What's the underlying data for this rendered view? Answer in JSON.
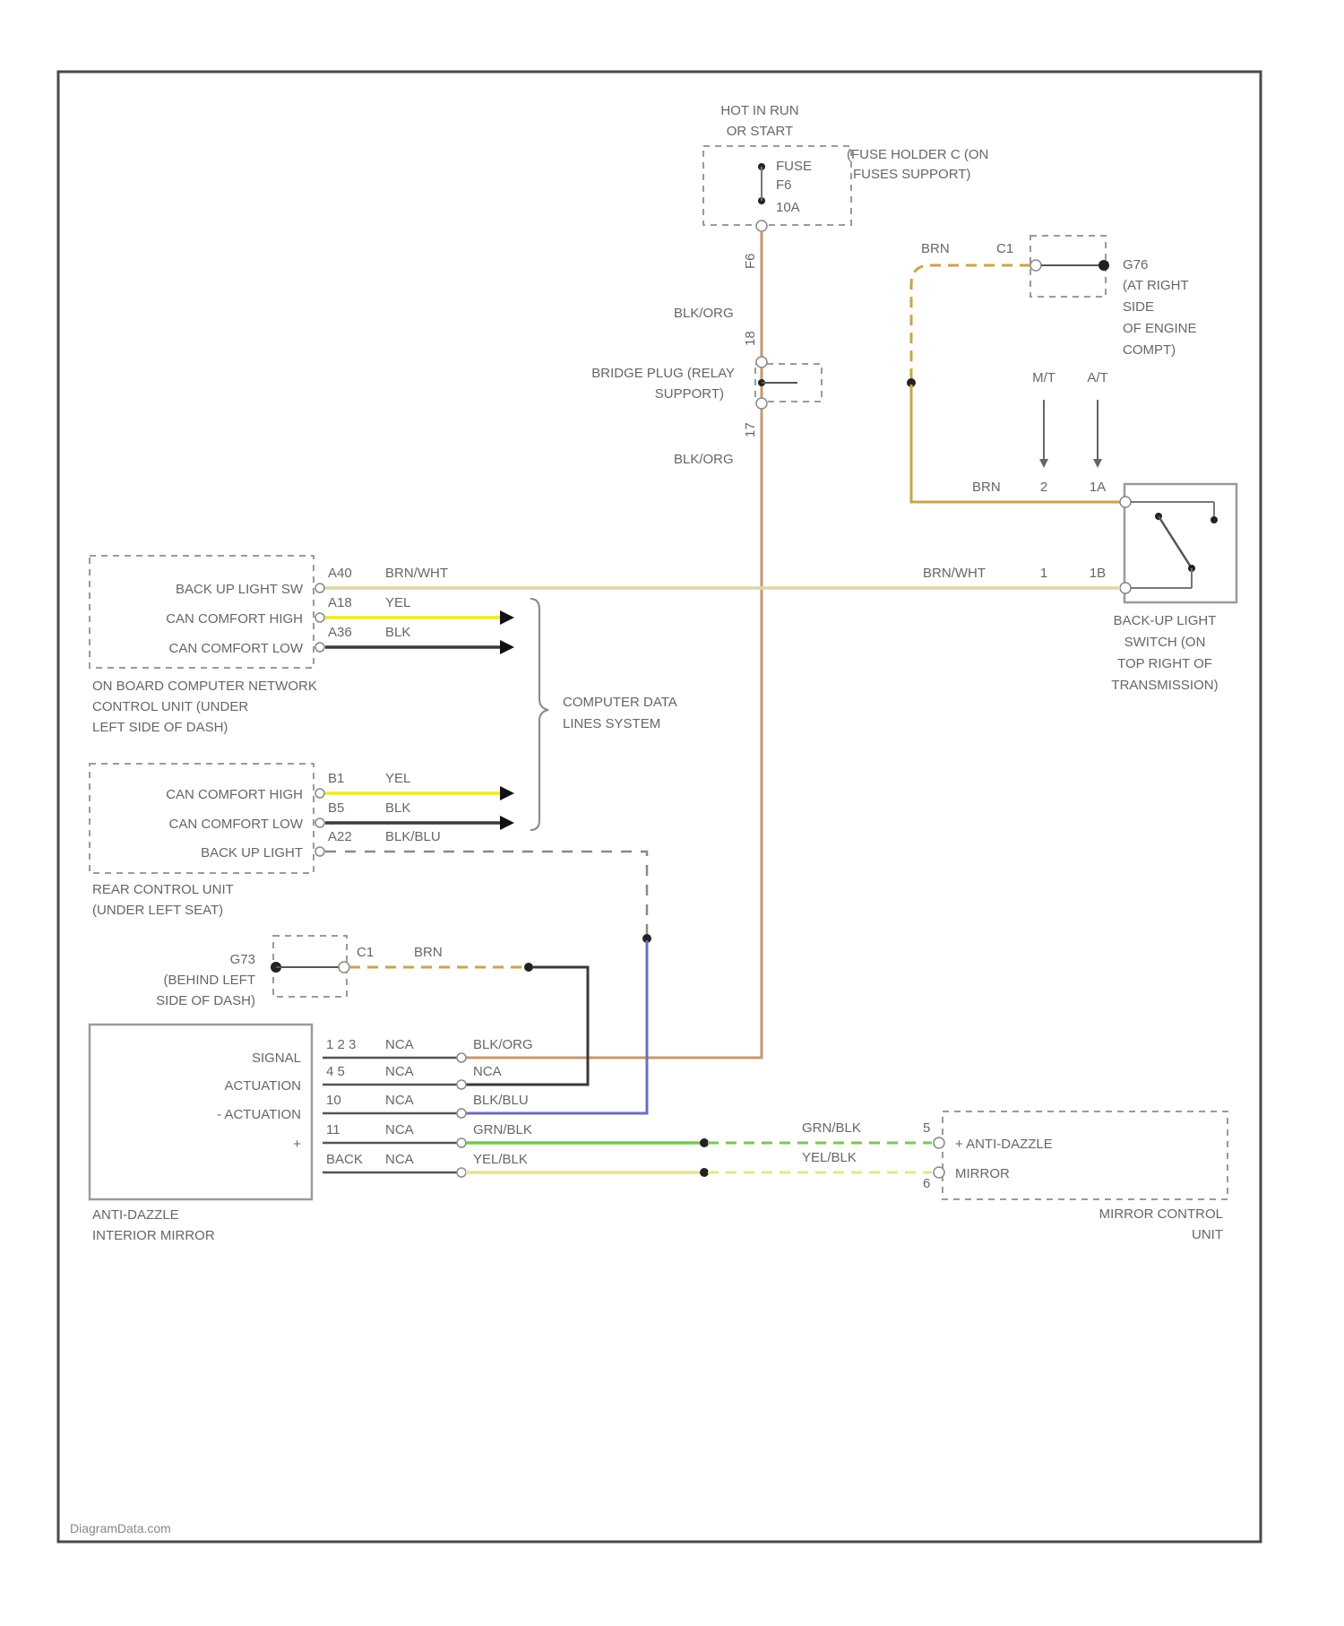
{
  "power_source": {
    "line1": "HOT IN RUN",
    "line2": "OR START"
  },
  "fuse": {
    "label": "FUSE",
    "number": "F6",
    "rating": "10A"
  },
  "fuse_holder": {
    "line1": "(FUSE HOLDER C (ON",
    "line2": "FUSES SUPPORT)"
  },
  "fuse_pin": "F6",
  "wires": {
    "blk_org": "BLK/ORG",
    "brn": "BRN",
    "brn_wht": "BRN/WHT",
    "yel": "YEL",
    "blk": "BLK",
    "blk_blu": "BLK/BLU",
    "nca": "NCA",
    "grn_blk": "GRN/BLK",
    "yel_blk": "YEL/BLK"
  },
  "bridge_plug": {
    "line1": "BRIDGE PLUG (RELAY",
    "line2": "SUPPORT)",
    "pin_top": "18",
    "pin_bottom": "17"
  },
  "ground_g76": {
    "name": "G76",
    "line1": "(AT RIGHT",
    "line2": "SIDE",
    "line3": "OF ENGINE",
    "line4": "COMPT)",
    "pin": "C1"
  },
  "transmission": {
    "mt": "M/T",
    "at": "A/T",
    "pin_mt": "2",
    "pin_at": "1A",
    "pin_wht_mt": "1",
    "pin_wht_at": "1B"
  },
  "backup_switch": {
    "line1": "BACK-UP LIGHT",
    "line2": "SWITCH (ON",
    "line3": "TOP RIGHT OF",
    "line4": "TRANSMISSION)"
  },
  "onboard_cu": {
    "pins": [
      {
        "label": "BACK UP LIGHT SW",
        "pin": "A40"
      },
      {
        "label": "CAN COMFORT HIGH",
        "pin": "A18"
      },
      {
        "label": "CAN COMFORT LOW",
        "pin": "A36"
      }
    ],
    "line1": "ON BOARD COMPUTER NETWORK",
    "line2": "CONTROL UNIT (UNDER",
    "line3": "LEFT SIDE OF DASH)"
  },
  "data_lines": {
    "line1": "COMPUTER DATA",
    "line2": "LINES SYSTEM"
  },
  "rear_cu": {
    "pins": [
      {
        "label": "CAN COMFORT HIGH",
        "pin": "B1"
      },
      {
        "label": "CAN COMFORT LOW",
        "pin": "B5"
      },
      {
        "label": "BACK UP LIGHT",
        "pin": "A22"
      }
    ],
    "line1": "REAR CONTROL UNIT",
    "line2": "(UNDER LEFT SEAT)"
  },
  "ground_g73": {
    "name": "G73",
    "line1": "(BEHIND LEFT",
    "line2": "SIDE OF DASH)",
    "pin": "C1"
  },
  "mirror": {
    "pins": [
      {
        "label": "SIGNAL",
        "pin": "1 2 3"
      },
      {
        "label": "ACTUATION",
        "pin": "4 5"
      },
      {
        "label": "- ACTUATION",
        "pin": "10"
      },
      {
        "label": "",
        "pin": "11"
      },
      {
        "label": "+",
        "pin": "BACK"
      }
    ],
    "line1": "ANTI-DAZZLE",
    "line2": "INTERIOR MIRROR"
  },
  "mirror_cu": {
    "pins": [
      {
        "label": "+ ANTI-DAZZLE"
      },
      {
        "label": "MIRROR"
      }
    ],
    "pin_grn": "5",
    "pin_yel": "6",
    "line1": "MIRROR CONTROL",
    "line2": "UNIT"
  },
  "watermark": "DiagramData.com",
  "colors": {
    "brn": "#c8a44a",
    "brn_wht": "#ddd8a6",
    "yel": "#f0ea1e",
    "blk": "#3a3a3a",
    "blk_org": "#c49a6e",
    "blk_blu": "#6c6cbc",
    "grn": "#72cc52",
    "yel_blk": "#e6e68a"
  }
}
